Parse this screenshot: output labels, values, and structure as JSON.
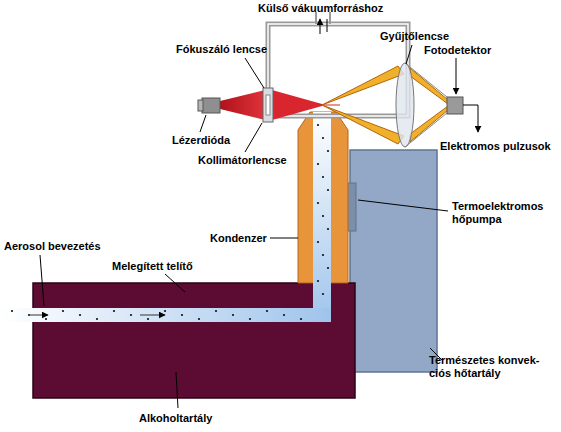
{
  "diagram": {
    "labels": [
      "Külső vákuumforráshoz",
      "Gyűjtőlencse",
      "Fókuszáló lencse",
      "Fotodetektor",
      "Lézerdióda",
      "Kollimátorlencse",
      "Elektromos pulzusok",
      "Termoelektromos hőpumpa",
      "Kondenzer",
      "Aerosol bevezetés",
      "Melegített telítő",
      "Természetes konvek- ciós hőtartály",
      "Alkoholtartály"
    ]
  }
}
